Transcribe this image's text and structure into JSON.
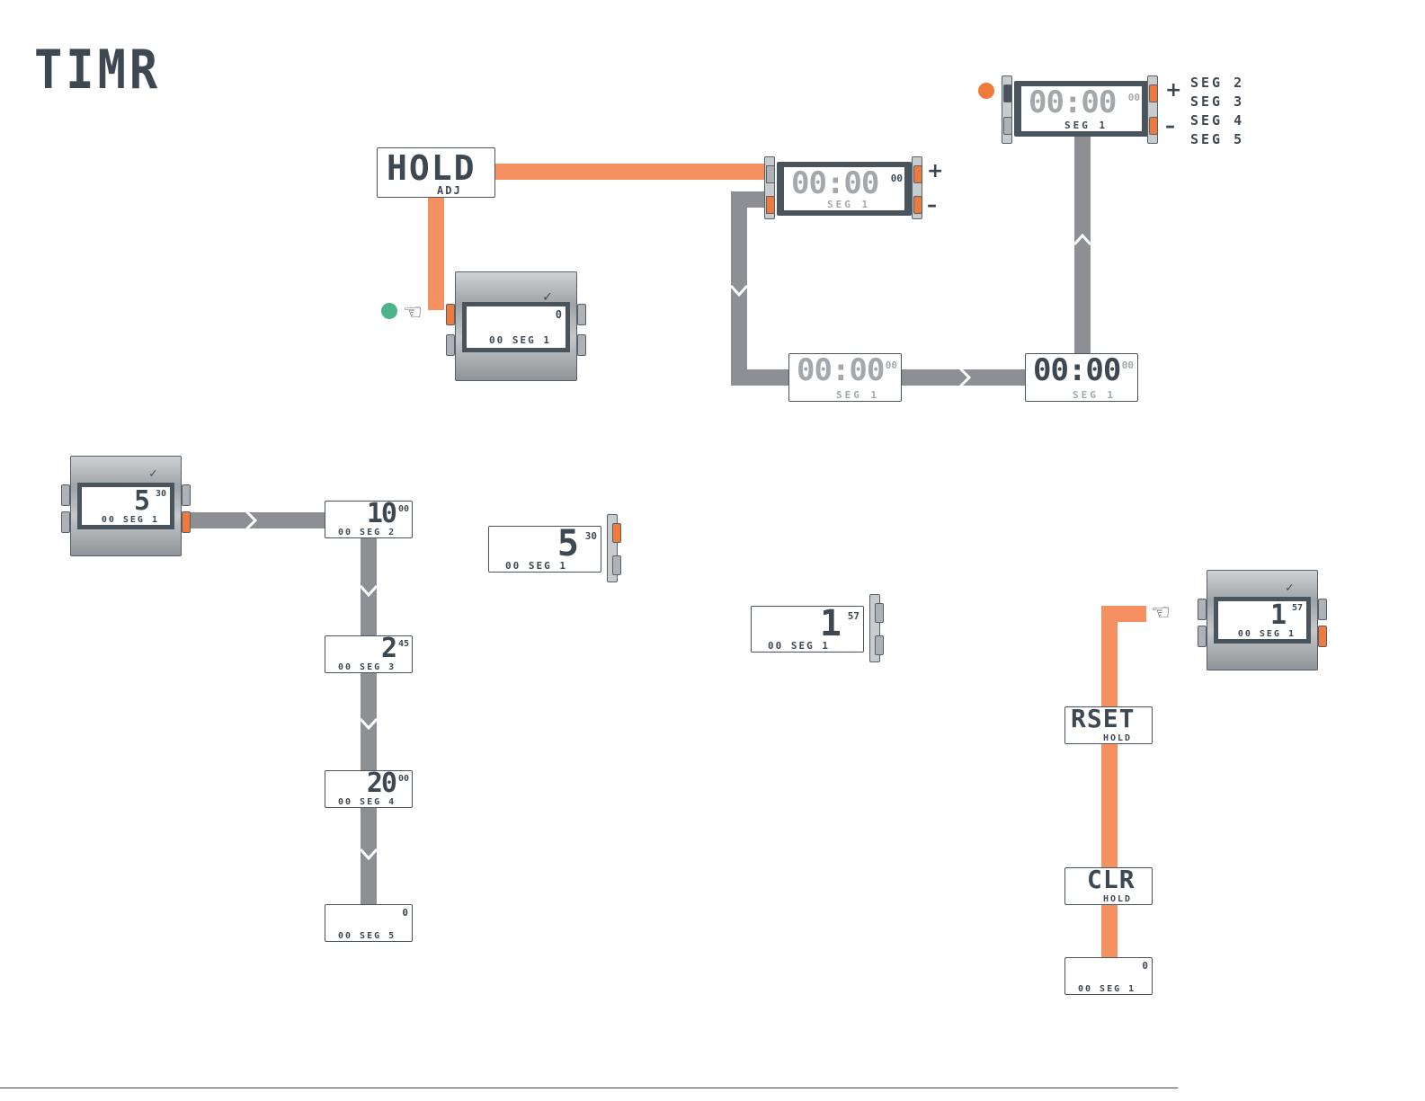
{
  "title": "TIMR",
  "colors": {
    "orange": "#f59060",
    "orange_btn": "#f07a3b",
    "grey_path": "#8e8f94",
    "green_dot": "#4fb38a",
    "dark": "#3d4852"
  },
  "hold_adj": {
    "main": "HOLD",
    "sub": "ADJ"
  },
  "watch_top": {
    "value": "0",
    "label": "00 SEG 1"
  },
  "panel_adjust": {
    "time": "00:00",
    "sup": "00",
    "label": "SEG 1",
    "plus": "+",
    "minus": "–"
  },
  "panel_seg_select": {
    "time": "00:00",
    "sup": "00",
    "label": "SEG 1",
    "plus": "+",
    "minus": "–",
    "options": [
      "SEG 2",
      "SEG 3",
      "SEG 4",
      "SEG 5"
    ]
  },
  "panel_bottom_left": {
    "time": "00:00",
    "sup": "00",
    "label": "SEG 1"
  },
  "panel_bottom_right": {
    "time": "00:00",
    "sup": "00",
    "label": "SEG 1"
  },
  "watch_left": {
    "value": "5",
    "sup": "30",
    "label": "00 SEG 1"
  },
  "segments": [
    {
      "value": "10",
      "sup": "00",
      "label": "00 SEG 2"
    },
    {
      "value": "2",
      "sup": "45",
      "label": "00 SEG 3"
    },
    {
      "value": "20",
      "sup": "00",
      "label": "00 SEG 4"
    },
    {
      "value": "0",
      "sup": "",
      "label": "00 SEG 5"
    }
  ],
  "lcd_mid": {
    "value": "5",
    "sup": "30",
    "label": "00 SEG 1"
  },
  "lcd_center": {
    "value": "1",
    "sup": "57",
    "label": "00 SEG 1"
  },
  "watch_right": {
    "value": "1",
    "sup": "57",
    "label": "00 SEG 1"
  },
  "rset_hold": {
    "main": "RSET",
    "sub": "HOLD"
  },
  "clr_hold": {
    "main": "CLR",
    "sub": "HOLD"
  },
  "lcd_final": {
    "value": "0",
    "label": "00 SEG 1"
  }
}
